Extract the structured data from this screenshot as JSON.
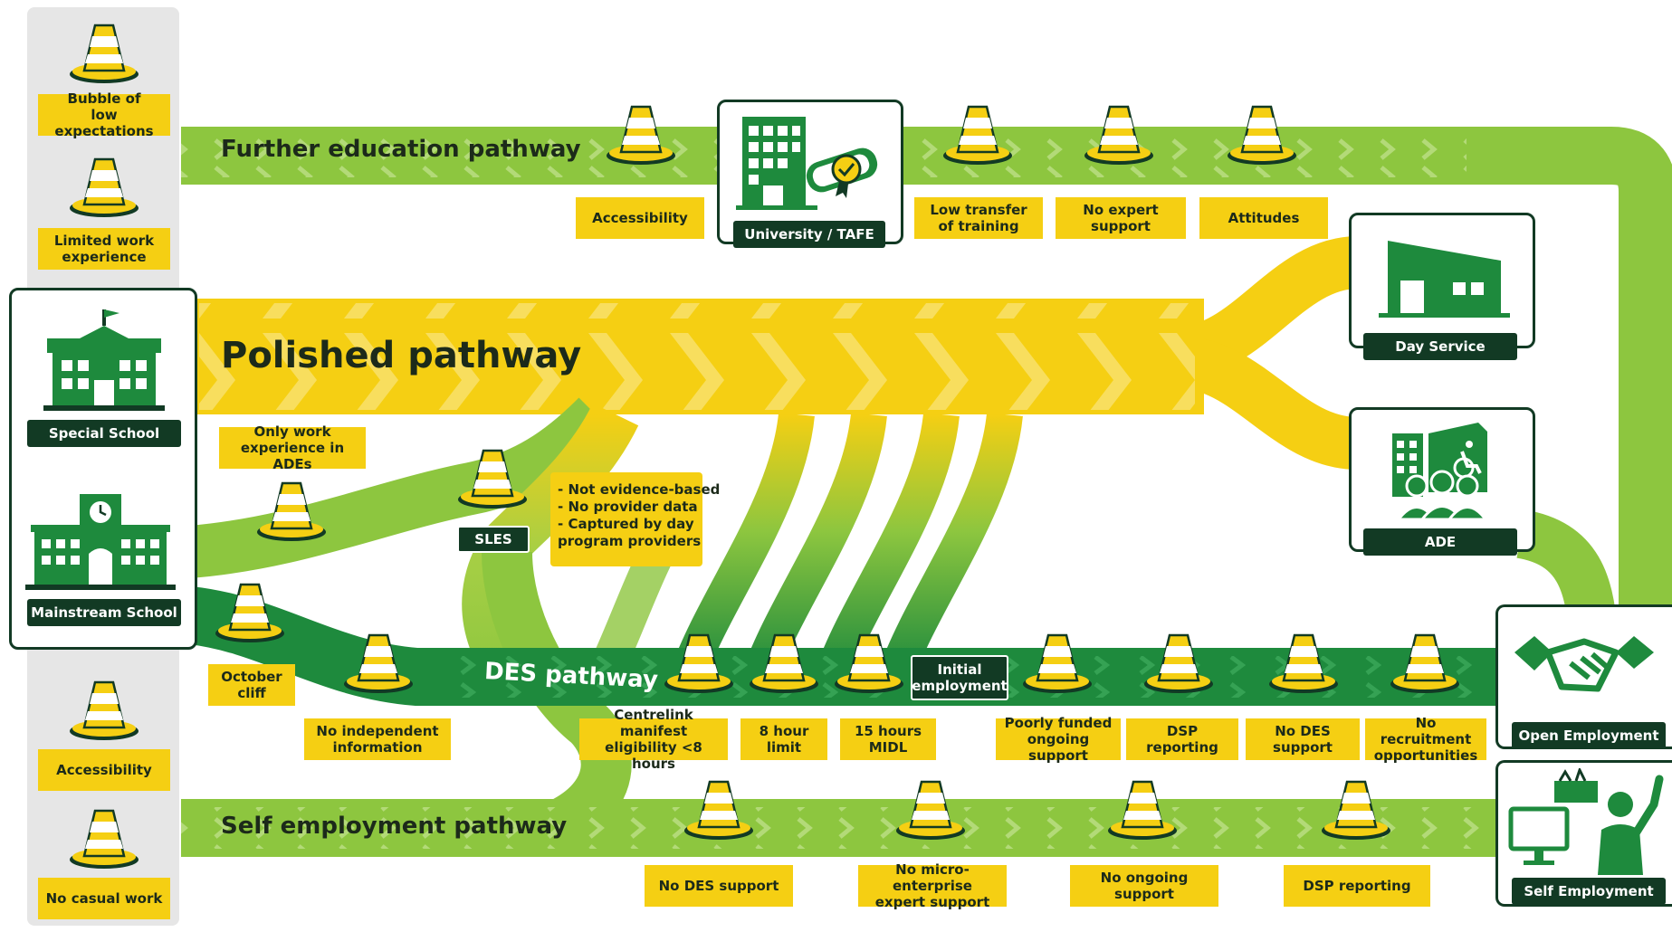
{
  "colors": {
    "light_green": "#8dc63f",
    "mid_green": "#52ad3a",
    "dark_green": "#1e8a3d",
    "yellow": "#f5cf13",
    "navy": "#123a24",
    "sidebar_gray": "#e6e6e6"
  },
  "pathways": {
    "further_education": "Further education pathway",
    "polished": "Polished pathway",
    "des": "DES pathway",
    "self_employment": "Self employment pathway"
  },
  "sidebar": {
    "top": [
      "Bubble of\nlow expectations",
      "Limited work\nexperience"
    ],
    "bottom": [
      "Accessibility",
      "No casual work"
    ]
  },
  "destinations": {
    "university": "University / TAFE",
    "day_service": "Day Service",
    "ade": "ADE",
    "open_employment": "Open Employment",
    "self_employment": "Self Employment",
    "special_school": "Special School",
    "mainstream_school": "Mainstream School",
    "sles": "SLES",
    "initial_employment": "Initial\nemployment"
  },
  "barriers": {
    "further_education": [
      "Accessibility",
      "Low transfer\nof training",
      "No expert support",
      "Attitudes"
    ],
    "polished": [
      "Only work\nexperience in ADEs"
    ],
    "sles_notes": [
      "- Not evidence-based",
      "- No provider data",
      "- Captured by day",
      "  program providers"
    ],
    "des": [
      "October\ncliff",
      "No independent\ninformation",
      "Centrelink manifest\neligibility <8 hours",
      "8 hour limit",
      "15 hours MIDL",
      "Poorly funded\nongoing support",
      "DSP reporting",
      "No DES support",
      "No recruitment\nopportunities"
    ],
    "self_employment": [
      "No DES support",
      "No micro-enterprise\nexpert support",
      "No ongoing support",
      "DSP reporting"
    ]
  },
  "icons": [
    "traffic-cone-icon",
    "university-building-icon",
    "diploma-icon",
    "day-service-building-icon",
    "ade-building-icon",
    "group-people-icon",
    "wheelchair-icon",
    "handshake-icon",
    "computer-monitor-icon",
    "person-waving-icon",
    "toolbox-icon",
    "school-building-icon",
    "clock-school-icon"
  ]
}
